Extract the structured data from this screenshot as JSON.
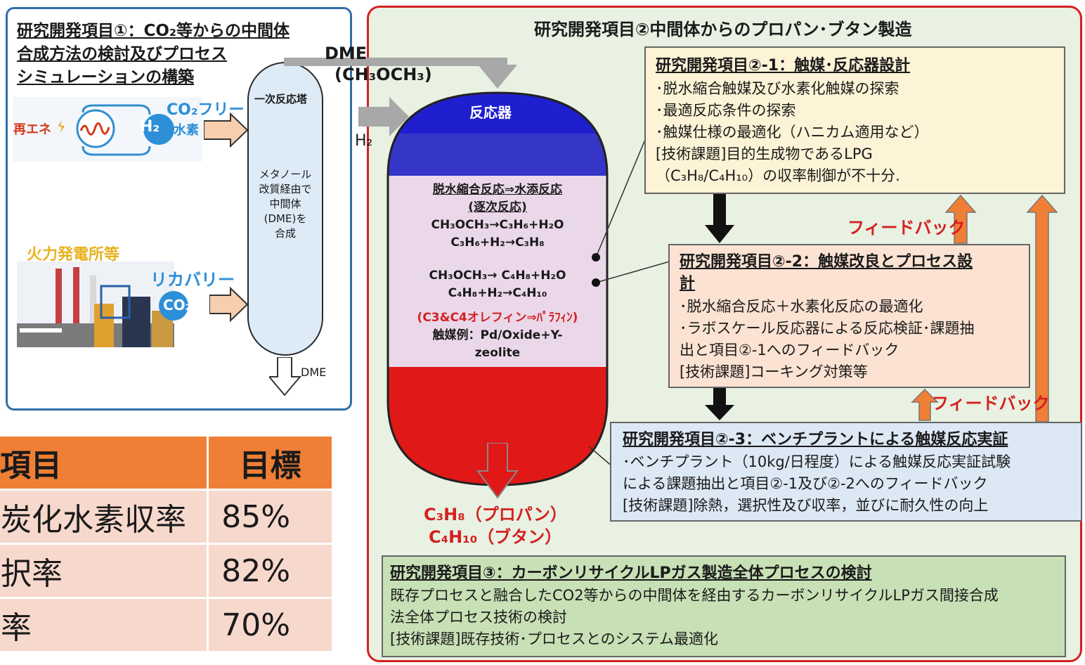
{
  "panel1": {
    "title_lines": [
      "研究開発項目①：CO₂等からの中間体",
      "合成方法の検討及びプロセス",
      "シミュレーションの構築"
    ],
    "renewable_label": "再エネ",
    "h2_symbol": "H₂",
    "co2_free_label": "CO₂フリー",
    "hydrogen_label": "水素",
    "reactor_label": "一次反応塔",
    "reactor_desc_lines": [
      "メタノール",
      "改質経由で",
      "中間体",
      "(DME)を",
      "合成"
    ],
    "power_plant_label": "火力発電所等",
    "recovery_label": "リカバリー",
    "co2_symbol": "CO₂",
    "dme_out": "DME"
  },
  "dme_feed": {
    "name": "DME",
    "formula": "(CH₃OCH₃)"
  },
  "h2_feed": "H₂",
  "panel2": {
    "title": "研究開発項目②中間体からのプロパン･ブタン製造",
    "reactor_label": "反応器",
    "reaction_title_1": "脱水縮合反応⇒水添反応",
    "reaction_title_2": "(逐次反応)",
    "eq1": "CH₃OCH₃→C₃H₆+H₂O",
    "eq2": "C₃H₆+H₂→C₃H₈",
    "eq3": "CH₃OCH₃→ C₄H₈+H₂O",
    "eq4": "C₄H₈+H₂→C₄H₁₀",
    "olefin_note": "(C3&C4オレフィン⇒ﾊﾟﾗﾌｨﾝ)",
    "catalyst_1": "触媒例：Pd/Oxide+Y-",
    "catalyst_2": "zeolite",
    "product_propane": "C₃H₈（プロパン）",
    "product_butane": "C₄H₁₀（ブタン）"
  },
  "box21": {
    "title": "研究開発項目②-1：触媒･反応器設計",
    "lines": [
      "･脱水縮合触媒及び水素化触媒の探索",
      "･最適反応条件の探索",
      "･触媒仕様の最適化（ハニカム適用など）",
      "[技術課題]目的生成物であるLPG",
      "（C₃H₈/C₄H₁₀）の収率制御が不十分."
    ]
  },
  "box22": {
    "title_1": "研究開発項目②-2：触媒改良とプロセス設",
    "title_2": "計",
    "lines": [
      "･脱水縮合反応＋水素化反応の最適化",
      "･ラボスケール反応器による反応検証･課題抽",
      "出と項目②-1へのフィードバック",
      "[技術課題]コーキング対策等"
    ]
  },
  "box23": {
    "title": "研究開発項目②-3：ベンチプラントによる触媒反応実証",
    "lines": [
      "･ベンチプラント（10kg/日程度）による触媒反応実証試験",
      "による課題抽出と項目②-1及び②-2へのフィードバック",
      "[技術課題]除熱，選択性及び収率，並びに耐久性の向上"
    ]
  },
  "feedback_1": "フィードバック",
  "feedback_2": "フィードバック",
  "box3": {
    "title": "研究開発項目③：カーボンリサイクルLPガス製造全体プロセスの検討",
    "lines": [
      "既存プロセスと融合したCO2等からの中間体を経由するカーボンリサイクルLPガス間接合成",
      "法全体プロセス技術の検討",
      "[技術課題]既存技術･プロセスとのシステム最適化"
    ]
  },
  "goals_table": {
    "headers": [
      "項目",
      "目標"
    ],
    "rows": [
      [
        "炭化水素収率",
        "85%"
      ],
      [
        "択率",
        "82%"
      ],
      [
        "率",
        "70%"
      ]
    ]
  },
  "colors": {
    "panel1_border": "#2f6fa8",
    "panel2_border": "#d42020",
    "feedback_arrow": "#ef7f35",
    "reactor_top": "#1f1fd0",
    "reactor_bottom": "#e01818"
  }
}
